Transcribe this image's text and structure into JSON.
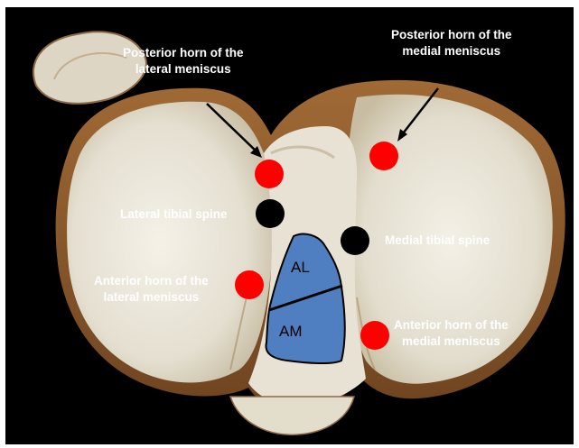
{
  "labels": {
    "post_lat_line1": "Posterior horn of the",
    "post_lat_line2": "lateral meniscus",
    "post_med_line1": "Posterior horn of the",
    "post_med_line2": "medial meniscus",
    "lat_spine": "Lateral tibial spine",
    "med_spine": "Medial tibial spine",
    "ant_lat_line1": "Anterior horn of the",
    "ant_lat_line2": "lateral meniscus",
    "ant_med_line1": "Anterior horn of the",
    "ant_med_line2": "medial meniscus",
    "al": "AL",
    "am": "AM"
  },
  "colors": {
    "background": "#000000",
    "horn_marker": "#ff0000",
    "spine_marker": "#000000",
    "acl_footprint": "#4f7fc0",
    "bone": "#e8e4d8",
    "rim": "#8a5a2e",
    "label_text": "#ffffff"
  }
}
